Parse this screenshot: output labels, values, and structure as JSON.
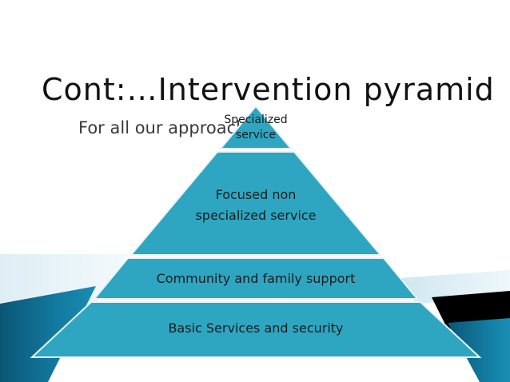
{
  "slide": {
    "title": "Cont:…Intervention pyramid",
    "subtitle": "For all our approaches"
  },
  "pyramid": {
    "tiers": [
      {
        "lines": [
          "Specialized",
          "service"
        ]
      },
      {
        "lines": [
          "Focused non",
          "specialized service"
        ]
      },
      {
        "lines": [
          "Community and family support"
        ]
      },
      {
        "lines": [
          "Basic Services and security"
        ]
      }
    ]
  },
  "colors": {
    "tier_fill": "#2ea6c1",
    "tier_stroke": "#e6f4f8",
    "decor_band_dark": "#0c5e7e",
    "decor_band_light": "#dff0f6",
    "decor_black": "#000000",
    "title_text": "#111111",
    "subtitle_text": "#3a3a3a"
  }
}
